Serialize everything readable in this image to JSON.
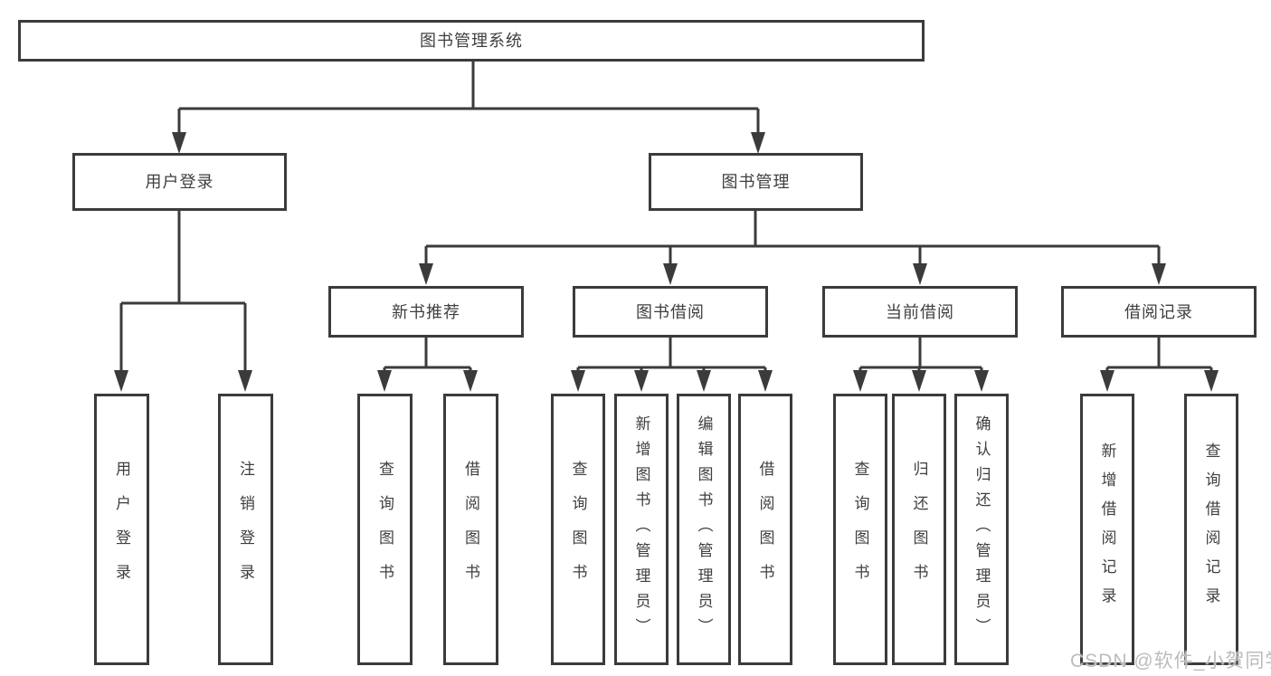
{
  "page": {
    "background": "#ffffff"
  },
  "colors": {
    "line": "#3b3b3b",
    "box_border": "#3b3b3b",
    "box_fill": "#ffffff",
    "text": "#3f3f3f",
    "watermark": "#bcbcbc"
  },
  "watermark": {
    "text": "CSDN @软件_小贺同学"
  },
  "tree": {
    "root": "图书管理系统",
    "branches": [
      {
        "label": "用户登录",
        "children": [
          "用户登录",
          "注销登录"
        ]
      },
      {
        "label": "图书管理",
        "sections": [
          {
            "label": "新书推荐",
            "children": [
              "查询图书",
              "借阅图书"
            ]
          },
          {
            "label": "图书借阅",
            "children": [
              "查询图书",
              "新增图书（管理员）",
              "编辑图书（管理员）",
              "借阅图书"
            ]
          },
          {
            "label": "当前借阅",
            "children": [
              "查询图书",
              "归还图书",
              "确认归还（管理员）"
            ]
          },
          {
            "label": "借阅记录",
            "children": [
              "新增借阅记录",
              "查询借阅记录"
            ]
          }
        ]
      }
    ]
  }
}
